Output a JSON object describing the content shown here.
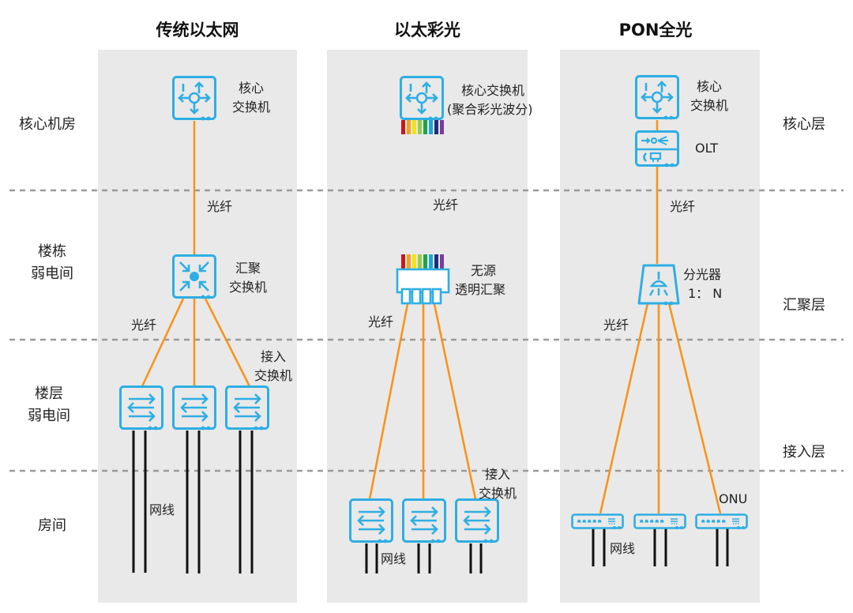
{
  "columns": [
    {
      "title": "传统以太网"
    },
    {
      "title": "以太彩光"
    },
    {
      "title": "PON全光"
    }
  ],
  "left_labels": [
    {
      "text": "核心机房"
    },
    {
      "line1": "楼栋",
      "line2": "弱电间"
    },
    {
      "line1": "楼层",
      "line2": "弱电间"
    },
    {
      "text": "房间"
    }
  ],
  "right_labels": [
    {
      "text": "核心层"
    },
    {
      "text": "汇聚层"
    },
    {
      "text": "接入层"
    }
  ],
  "ethernet": {
    "core": {
      "line1": "核心",
      "line2": "交换机",
      "icon": "core-switch-icon"
    },
    "fiber_label_1": "光纤",
    "aggregation": {
      "line1": "汇聚",
      "line2": "交换机",
      "icon": "aggregation-switch-icon"
    },
    "fiber_label_2": "光纤",
    "access": {
      "line1": "接入",
      "line2": "交换机",
      "icon": "access-switch-icon",
      "count": 3
    },
    "cable_label": "网线"
  },
  "color_light": {
    "core": {
      "line1": "核心交换机",
      "line2": "(聚合彩光波分)",
      "icon": "core-switch-icon"
    },
    "fiber_label_1": "光纤",
    "passive": {
      "line1": "无源",
      "line2": "透明汇聚",
      "icon": "passive-mux-icon"
    },
    "fiber_label_2": "光纤",
    "access": {
      "line1": "接入",
      "line2": "交换机",
      "icon": "access-switch-icon",
      "count": 3
    },
    "cable_label": "网线",
    "wavelength_colors": [
      "#c8171e",
      "#f5a31a",
      "#f2e21b",
      "#9bcb4f",
      "#1fa34a",
      "#1ea4dc",
      "#1b2f7a",
      "#7a3d9b"
    ]
  },
  "pon": {
    "core": {
      "line1": "核心",
      "line2": "交换机",
      "icon": "core-switch-icon"
    },
    "olt": {
      "label": "OLT",
      "icon": "olt-icon"
    },
    "fiber_label_1": "光纤",
    "splitter": {
      "line1": "分光器",
      "line2": "1： N",
      "icon": "splitter-icon"
    },
    "fiber_label_2": "光纤",
    "onu": {
      "label": "ONU",
      "icon": "onu-icon",
      "count": 3
    },
    "cable_label": "网线"
  },
  "colors": {
    "device_blue": "#2eaee3",
    "fiber_orange": "#f7941d",
    "cable_black": "#111111",
    "panel_gray": "#e9e9e9",
    "divider_gray": "#9a9a9a"
  }
}
